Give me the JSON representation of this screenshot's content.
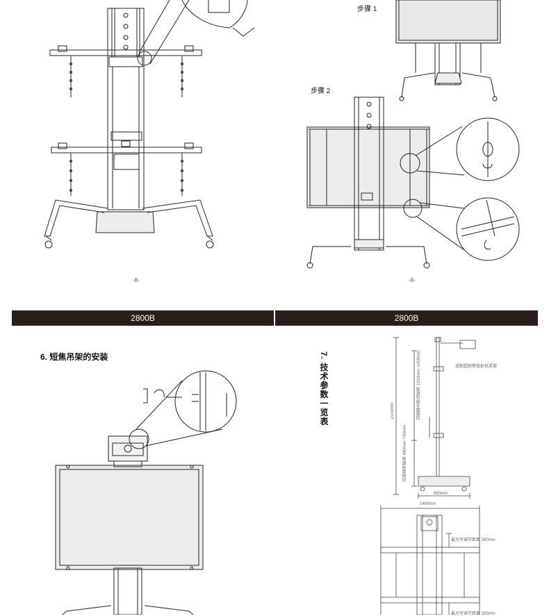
{
  "top_left": {
    "page_number": "-8-"
  },
  "top_right": {
    "step1_label": "步骤 1",
    "step2_label": "步骤 2",
    "page_number": "-9-"
  },
  "bars": {
    "left_model": "2800B",
    "right_model": "2800B"
  },
  "bottom_left": {
    "section_title": "6. 短焦吊架的安装"
  },
  "bottom_right": {
    "section_title": "7. 技术参数一览表",
    "dims": {
      "projector_note": "适配超短焦投影机支架",
      "total_height": "2100mm",
      "board_height_range": "白板最大移动距离 1000mm~1400mm",
      "board_floor_range": "白板离地距离 480mm~740mm",
      "base_width": "650mm",
      "total_width": "1480mm",
      "max_adjust_380": "最大可调节距离 380mm",
      "max_adjust_bottom": "最大可调节距离 263mm"
    }
  },
  "colors": {
    "bar_bg": "#2a1f1c",
    "line": "#222222",
    "board_gray": "#e6e6e6"
  }
}
